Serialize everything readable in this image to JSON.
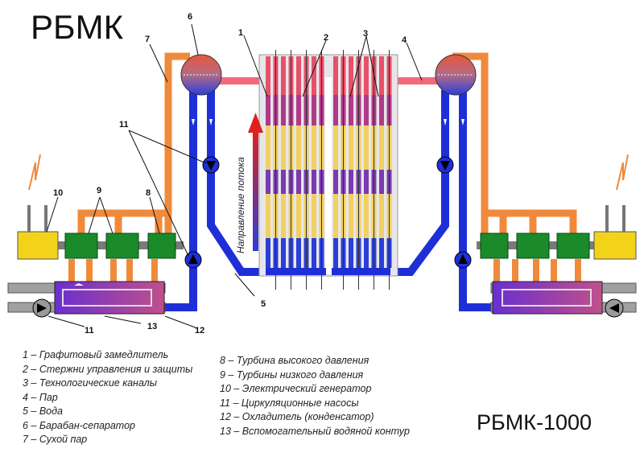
{
  "title": "РБМК",
  "model": "РБМК-1000",
  "flow_label": "Направление потока",
  "callouts": [
    "1",
    "2",
    "3",
    "4",
    "5",
    "6",
    "7",
    "8",
    "9",
    "10",
    "11",
    "12",
    "13"
  ],
  "legend_left": [
    "1 – Графитовый замедлитель",
    "2 – Стержни управления и защиты",
    "3 – Технологические каналы",
    "4 – Пар",
    "5 – Вода",
    "6 – Барабан-сепаратор",
    "7 – Сухой пар"
  ],
  "legend_right": [
    "8 – Турбина высокого давления",
    "9 – Турбины низкого давления",
    "10 – Электрический генератор",
    "11 – Циркуляционные насосы",
    "12 – Охладитель (конденсатор)",
    "13 – Вспомогательный водяной контур"
  ],
  "colors": {
    "water": "#1f2fd8",
    "steam": "#f08a3a",
    "hot": "#e23b55",
    "generator": "#f3d21a",
    "turbine": "#1a8a2a",
    "condenser": "#6a4fb0",
    "pipe_gray": "#9a9a9a"
  }
}
